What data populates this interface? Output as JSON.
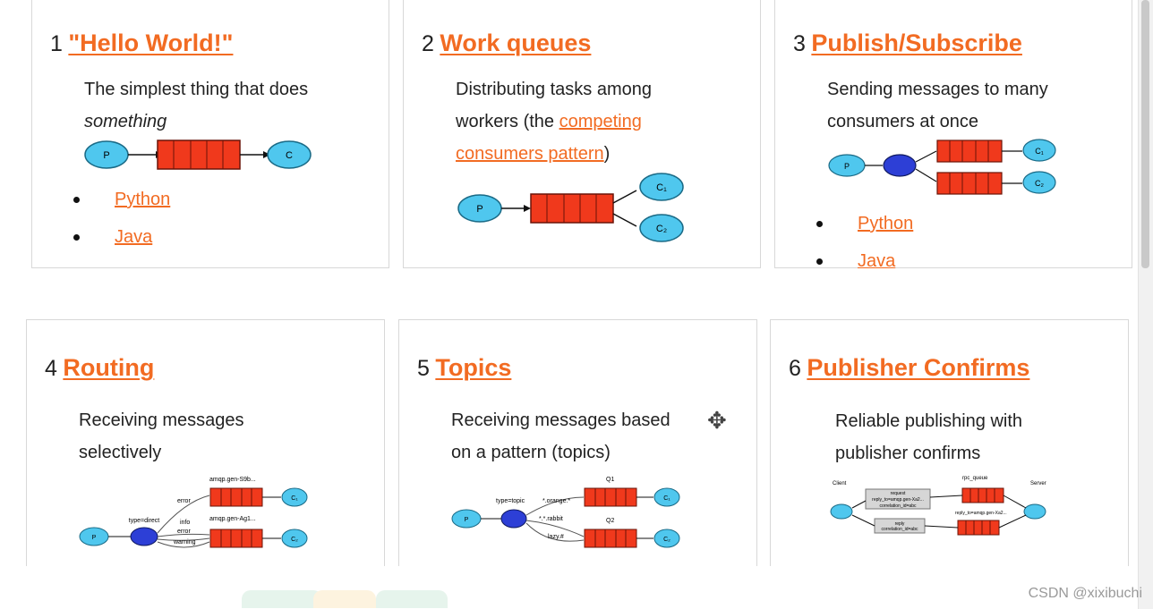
{
  "tutorials": [
    {
      "num": "1",
      "title": "\"Hello World!\"",
      "desc_line1": "The simplest thing that does",
      "desc_em": "something",
      "links": [
        "Python",
        "Java"
      ]
    },
    {
      "num": "2",
      "title": "Work queues",
      "desc_line1": "Distributing tasks among",
      "desc_pre": "workers (the ",
      "desc_link1": "competing",
      "desc_link2": "consumers pattern",
      "desc_post": ")"
    },
    {
      "num": "3",
      "title": "Publish/Subscribe",
      "desc_line1": "Sending messages to many",
      "desc_line2": "consumers at once",
      "links": [
        "Python",
        "Java"
      ]
    },
    {
      "num": "4",
      "title": "Routing",
      "desc_line1": "Receiving messages",
      "desc_line2": "selectively"
    },
    {
      "num": "5",
      "title": "Topics",
      "desc_line1": "Receiving messages based",
      "desc_line2": "on a pattern (topics)"
    },
    {
      "num": "6",
      "title": "Publisher Confirms",
      "desc_line1": "Reliable publishing with",
      "desc_line2": "publisher confirms"
    }
  ],
  "diagrams": {
    "producer": "P",
    "consumer": "C",
    "c1": "C₁",
    "c2": "C₂",
    "routing": {
      "type": "type=direct",
      "q1": "amqp.gen-S9b...",
      "q2": "amqp.gen-Ag1...",
      "error": "error",
      "info": "info",
      "error2": "error",
      "warning": "warning"
    },
    "topics": {
      "type": "type=topic",
      "orange": "*.orange.*",
      "rabbit": "*.*.rabbit",
      "lazy": "lazy.#",
      "q1": "Q1",
      "q2": "Q2"
    },
    "confirms": {
      "client": "Client",
      "server": "Server",
      "rpc_queue": "rpc_queue",
      "req1": "request",
      "req2": "reply_to=amqp.gen-Xa2...",
      "req3": "correlation_id=abc",
      "reply_queue": "reply_to=amqp.gen-Xa2...",
      "rep1": "reply",
      "rep2": "correlation_id=abc"
    }
  },
  "colors": {
    "accent": "#f26b22",
    "queue": "#f0391c",
    "node": "#4fc7ee",
    "exchange": "#2d3fd6"
  },
  "watermark": "CSDN @xixibuchi"
}
